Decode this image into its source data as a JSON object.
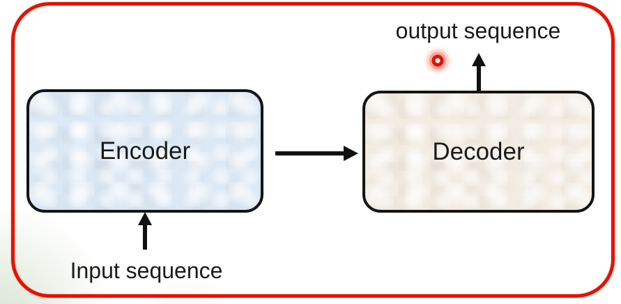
{
  "diagram": {
    "nodes": [
      {
        "id": "encoder",
        "label": "Encoder",
        "fill": "#dce9f5"
      },
      {
        "id": "decoder",
        "label": "Decoder",
        "fill": "#f3ece2"
      }
    ],
    "annotations": {
      "input_label": "Input sequence",
      "output_label": "output sequence"
    },
    "edges": [
      {
        "from": "input-sequence",
        "to": "encoder",
        "direction": "up",
        "icon": "arrow-up-icon"
      },
      {
        "from": "encoder",
        "to": "decoder",
        "direction": "right",
        "icon": "arrow-right-icon"
      },
      {
        "from": "decoder",
        "to": "output-sequence",
        "direction": "up",
        "icon": "arrow-up-icon"
      }
    ],
    "pointer": {
      "type": "laser-dot",
      "color": "#dd1100"
    },
    "colors": {
      "frame_red": "#e51200",
      "node_outline": "#141414",
      "arrow_black": "#111111",
      "text": "#1a1a1a",
      "background": "#ffffff"
    }
  }
}
